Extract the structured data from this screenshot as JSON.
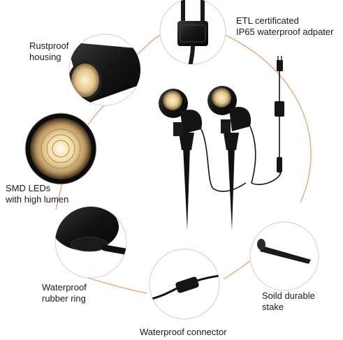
{
  "callouts": {
    "adapter": {
      "lines": [
        "ETL certificated",
        "IP65 waterproof adpater"
      ]
    },
    "housing": {
      "lines": [
        "Rustproof",
        "housing"
      ]
    },
    "leds": {
      "lines": [
        "SMD LEDs",
        "with high lumen"
      ]
    },
    "ring": {
      "lines": [
        "Waterproof",
        "rubber ring"
      ]
    },
    "stake": {
      "lines": [
        "Soild durable",
        "stake"
      ]
    },
    "connector": {
      "lines": [
        "Waterproof connector"
      ]
    }
  },
  "colors": {
    "accent_arc": "#e8a272",
    "product_black": "#141414",
    "led_warm": "#f4d9a0",
    "circle_border": "#cfcfcf"
  }
}
